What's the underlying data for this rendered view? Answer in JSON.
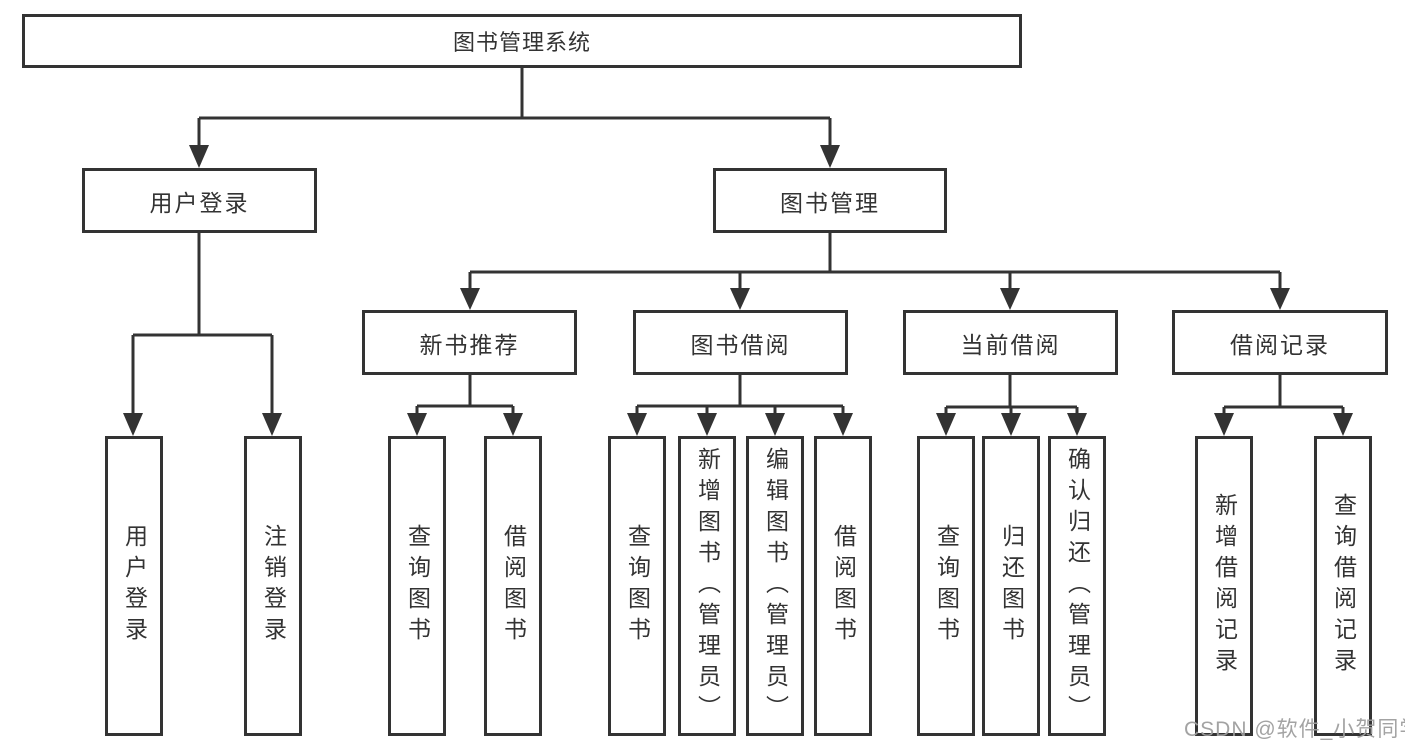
{
  "style": {
    "background": "#ffffff",
    "line_color": "#333333",
    "text_color": "#333333",
    "box_fill": "#ffffff",
    "watermark_color": "#9e9e9e"
  },
  "tree": {
    "label": "图书管理系统",
    "children": [
      {
        "label": "用户登录",
        "children": [
          {
            "label": "用户登录"
          },
          {
            "label": "注销登录"
          }
        ]
      },
      {
        "label": "图书管理",
        "children": [
          {
            "label": "新书推荐",
            "children": [
              {
                "label": "查询图书"
              },
              {
                "label": "借阅图书"
              }
            ]
          },
          {
            "label": "图书借阅",
            "children": [
              {
                "label": "查询图书"
              },
              {
                "label": "新增图书（管理员）"
              },
              {
                "label": "编辑图书（管理员）"
              },
              {
                "label": "借阅图书"
              }
            ]
          },
          {
            "label": "当前借阅",
            "children": [
              {
                "label": "查询图书"
              },
              {
                "label": "归还图书"
              },
              {
                "label": "确认归还（管理员）"
              }
            ]
          },
          {
            "label": "借阅记录",
            "children": [
              {
                "label": "新增借阅记录"
              },
              {
                "label": "查询借阅记录"
              }
            ]
          }
        ]
      }
    ]
  },
  "watermark": {
    "text": "CSDN @软件_小贺同学"
  }
}
